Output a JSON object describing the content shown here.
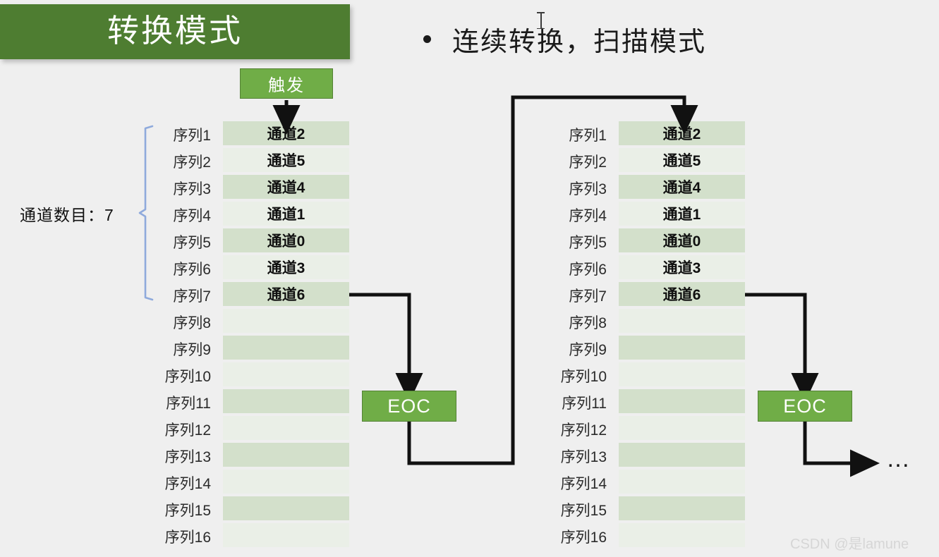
{
  "slide": {
    "title": "转换模式",
    "bullet": "连续转换，扫描模式",
    "bullet_marker": "•",
    "channel_count_label": "通道数目：7",
    "ellipsis": "…",
    "watermark": "CSDN @是lamune"
  },
  "boxes": {
    "trigger": "触发",
    "eoc_left": "EOC",
    "eoc_right": "EOC"
  },
  "colors": {
    "banner_green": "#4e7d31",
    "box_green": "#70ad47",
    "box_green_border": "#548235",
    "row_dark": "#d3e0cb",
    "row_light": "#eaefe7",
    "brace_blue": "#8faadc",
    "background": "#efefef",
    "connector_black": "#111111",
    "watermark_gray": "#d6d6d6"
  },
  "table_left": {
    "rows": [
      {
        "seq": "序列1",
        "channel": "通道2",
        "shade": "dark"
      },
      {
        "seq": "序列2",
        "channel": "通道5",
        "shade": "light"
      },
      {
        "seq": "序列3",
        "channel": "通道4",
        "shade": "dark"
      },
      {
        "seq": "序列4",
        "channel": "通道1",
        "shade": "light"
      },
      {
        "seq": "序列5",
        "channel": "通道0",
        "shade": "dark"
      },
      {
        "seq": "序列6",
        "channel": "通道3",
        "shade": "light"
      },
      {
        "seq": "序列7",
        "channel": "通道6",
        "shade": "dark"
      },
      {
        "seq": "序列8",
        "channel": "",
        "shade": "light"
      },
      {
        "seq": "序列9",
        "channel": "",
        "shade": "dark"
      },
      {
        "seq": "序列10",
        "channel": "",
        "shade": "light"
      },
      {
        "seq": "序列11",
        "channel": "",
        "shade": "dark"
      },
      {
        "seq": "序列12",
        "channel": "",
        "shade": "light"
      },
      {
        "seq": "序列13",
        "channel": "",
        "shade": "dark"
      },
      {
        "seq": "序列14",
        "channel": "",
        "shade": "light"
      },
      {
        "seq": "序列15",
        "channel": "",
        "shade": "dark"
      },
      {
        "seq": "序列16",
        "channel": "",
        "shade": "light"
      }
    ]
  },
  "table_right": {
    "rows": [
      {
        "seq": "序列1",
        "channel": "通道2",
        "shade": "dark"
      },
      {
        "seq": "序列2",
        "channel": "通道5",
        "shade": "light"
      },
      {
        "seq": "序列3",
        "channel": "通道4",
        "shade": "dark"
      },
      {
        "seq": "序列4",
        "channel": "通道1",
        "shade": "light"
      },
      {
        "seq": "序列5",
        "channel": "通道0",
        "shade": "dark"
      },
      {
        "seq": "序列6",
        "channel": "通道3",
        "shade": "light"
      },
      {
        "seq": "序列7",
        "channel": "通道6",
        "shade": "dark"
      },
      {
        "seq": "序列8",
        "channel": "",
        "shade": "light"
      },
      {
        "seq": "序列9",
        "channel": "",
        "shade": "dark"
      },
      {
        "seq": "序列10",
        "channel": "",
        "shade": "light"
      },
      {
        "seq": "序列11",
        "channel": "",
        "shade": "dark"
      },
      {
        "seq": "序列12",
        "channel": "",
        "shade": "light"
      },
      {
        "seq": "序列13",
        "channel": "",
        "shade": "dark"
      },
      {
        "seq": "序列14",
        "channel": "",
        "shade": "light"
      },
      {
        "seq": "序列15",
        "channel": "",
        "shade": "dark"
      },
      {
        "seq": "序列16",
        "channel": "",
        "shade": "light"
      }
    ]
  }
}
